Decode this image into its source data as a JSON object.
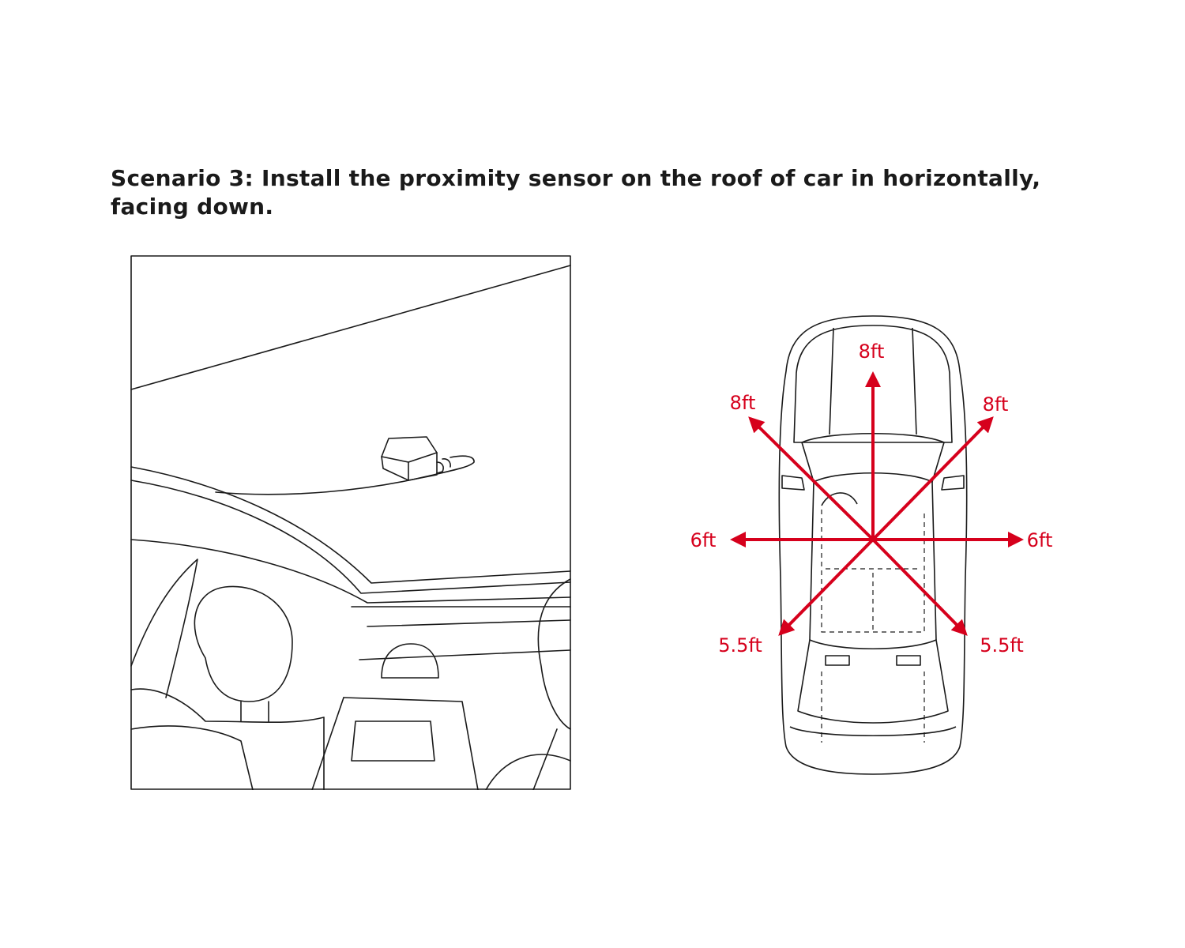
{
  "heading": {
    "line1": "Scenario 3: Install the proximity sensor on the roof of car in horizontally,",
    "line2": "facing down."
  },
  "colors": {
    "arrow": "#d6001c",
    "line": "#1a1a1a"
  },
  "range_labels": {
    "front": "8ft",
    "front_left": "8ft",
    "front_right": "8ft",
    "left": "6ft",
    "right": "6ft",
    "rear_left": "5.5ft",
    "rear_right": "5.5ft"
  }
}
